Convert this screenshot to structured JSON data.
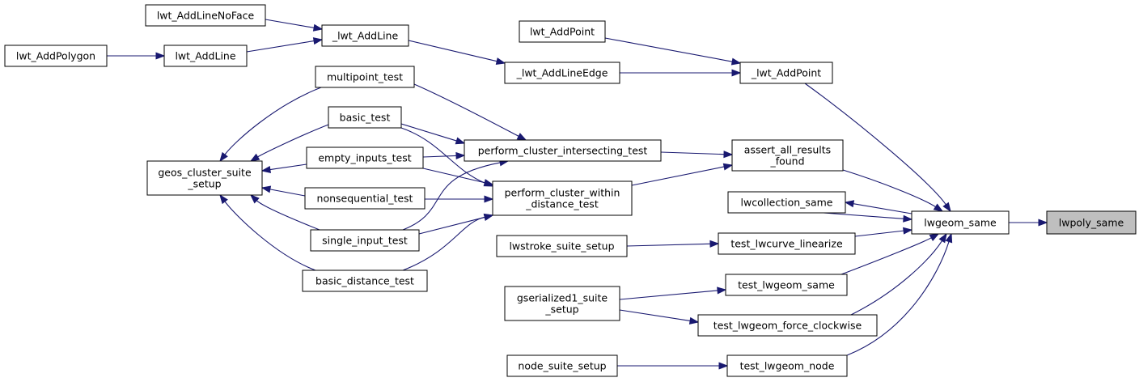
{
  "graph": {
    "colors": {
      "edge": "#191970",
      "node_border": "#000000",
      "node_fill": "#ffffff",
      "root_fill": "#bfbfbf"
    },
    "nodes": {
      "lwt_addlinenoface": [
        "lwt_AddLineNoFace"
      ],
      "lwt_addpolygon": [
        "lwt_AddPolygon"
      ],
      "lwt_addline": [
        "lwt_AddLine"
      ],
      "_lwt_addline": [
        "_lwt_AddLine"
      ],
      "lwt_addpoint": [
        "lwt_AddPoint"
      ],
      "_lwt_addlineedge": [
        "_lwt_AddLineEdge"
      ],
      "_lwt_addpoint": [
        "_lwt_AddPoint"
      ],
      "multipoint_test": [
        "multipoint_test"
      ],
      "basic_test": [
        "basic_test"
      ],
      "empty_inputs_test": [
        "empty_inputs_test"
      ],
      "geos_cluster_suite_setup": [
        "geos_cluster_suite",
        "_setup"
      ],
      "nonsequential_test": [
        "nonsequential_test"
      ],
      "single_input_test": [
        "single_input_test"
      ],
      "basic_distance_test": [
        "basic_distance_test"
      ],
      "perform_cluster_intersecting_test": [
        "perform_cluster_intersecting_test"
      ],
      "perform_cluster_within_distance_test": [
        "perform_cluster_within",
        "_distance_test"
      ],
      "assert_all_results_found": [
        "assert_all_results",
        "_found"
      ],
      "lwcollection_same": [
        "lwcollection_same"
      ],
      "lwgeom_same": [
        "lwgeom_same"
      ],
      "lwpoly_same": [
        "lwpoly_same"
      ],
      "lwstroke_suite_setup": [
        "lwstroke_suite_setup"
      ],
      "test_lwcurve_linearize": [
        "test_lwcurve_linearize"
      ],
      "gserialized1_suite_setup": [
        "gserialized1_suite",
        "_setup"
      ],
      "test_lwgeom_same": [
        "test_lwgeom_same"
      ],
      "test_lwgeom_force_clockwise": [
        "test_lwgeom_force_clockwise"
      ],
      "node_suite_setup": [
        "node_suite_setup"
      ],
      "test_lwgeom_node": [
        "test_lwgeom_node"
      ]
    }
  }
}
